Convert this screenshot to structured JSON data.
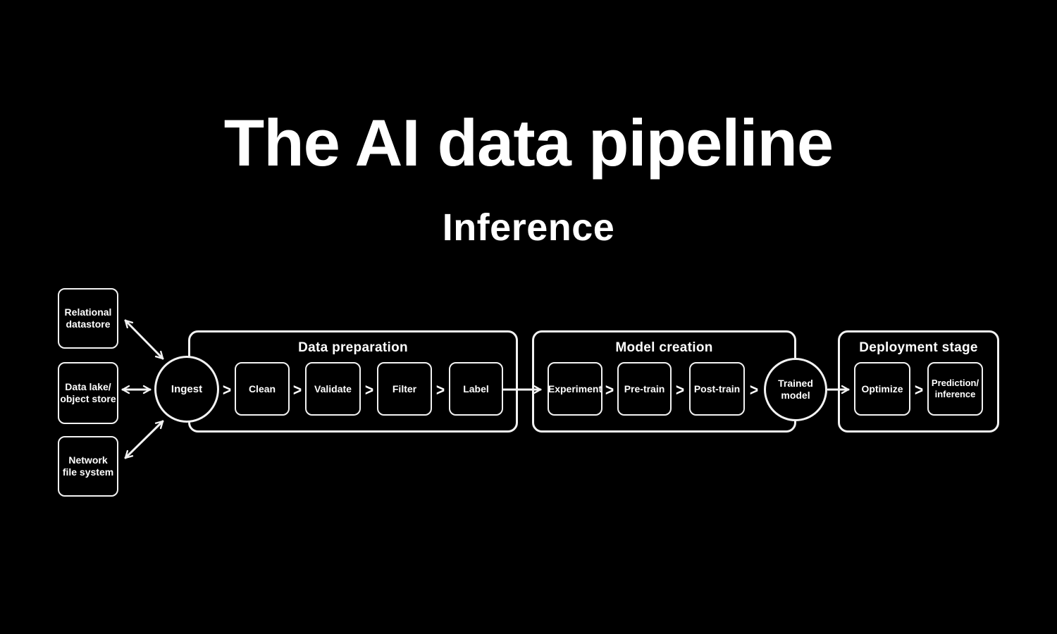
{
  "header": {
    "title": "The AI data pipeline",
    "subtitle": "Inference"
  },
  "colors": {
    "background": "#000000",
    "stroke": "#f2f2f2",
    "text": "#ffffff"
  },
  "icons": {
    "chevron_right": ">",
    "arrow_note": "double-headed-arrows-between-sources-and-ingest"
  },
  "sources": [
    {
      "label": "Relational\ndatastore"
    },
    {
      "label": "Data lake/\nobject store"
    },
    {
      "label": "Network\nfile system"
    }
  ],
  "pipeline": {
    "ingest": {
      "label": "Ingest"
    },
    "groups": [
      {
        "title": "Data preparation",
        "nodes": [
          "Clean",
          "Validate",
          "Filter",
          "Label"
        ]
      },
      {
        "title": "Model creation",
        "nodes": [
          "Experiment",
          "Pre-train",
          "Post-train"
        ]
      },
      {
        "title": "Deployment stage",
        "nodes": [
          "Optimize",
          "Prediction/\ninference"
        ]
      }
    ],
    "trained_model": {
      "label": "Trained\nmodel"
    }
  }
}
